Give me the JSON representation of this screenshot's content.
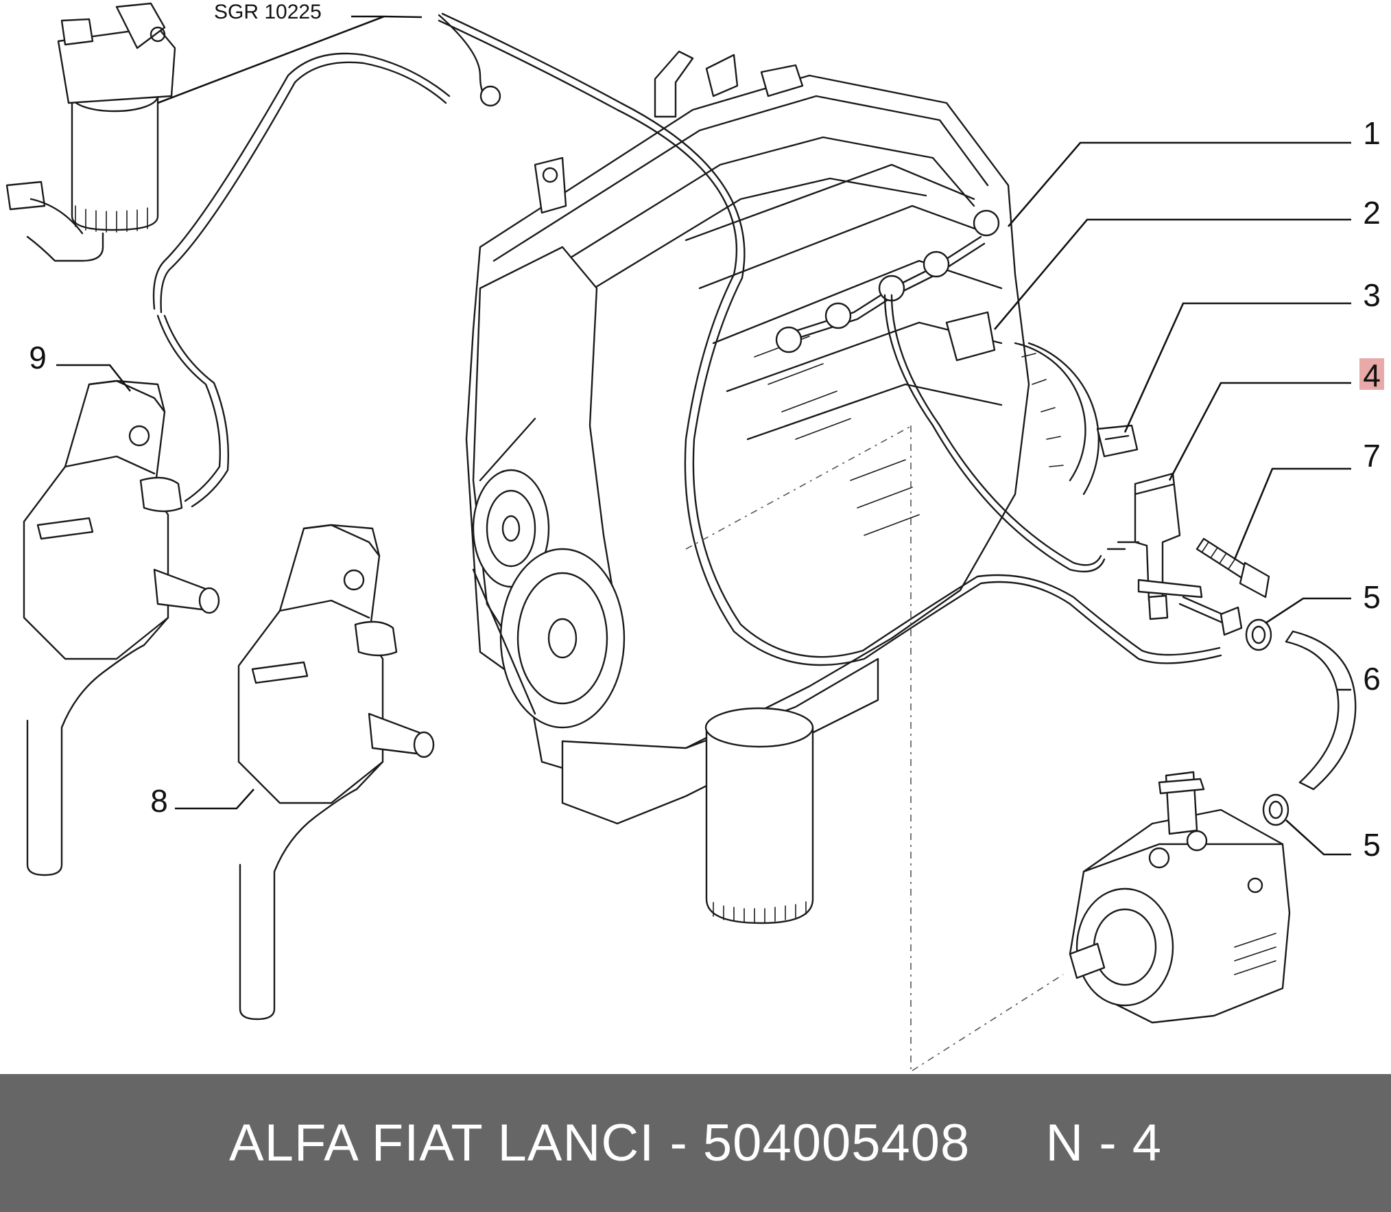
{
  "diagram": {
    "reference_code": "SGR 10225",
    "callouts": [
      {
        "id": "c1",
        "label": "1"
      },
      {
        "id": "c2",
        "label": "2"
      },
      {
        "id": "c3",
        "label": "3"
      },
      {
        "id": "c4",
        "label": "4",
        "highlighted": true
      },
      {
        "id": "c7",
        "label": "7"
      },
      {
        "id": "c5a",
        "label": "5"
      },
      {
        "id": "c6",
        "label": "6"
      },
      {
        "id": "c5b",
        "label": "5"
      },
      {
        "id": "c9",
        "label": "9"
      },
      {
        "id": "c8",
        "label": "8"
      }
    ],
    "highlight_color": "#e8a9a9"
  },
  "footer": {
    "title": "ALFA FIAT LANCI - 504005408",
    "code": "N - 4",
    "background": "#666666"
  }
}
